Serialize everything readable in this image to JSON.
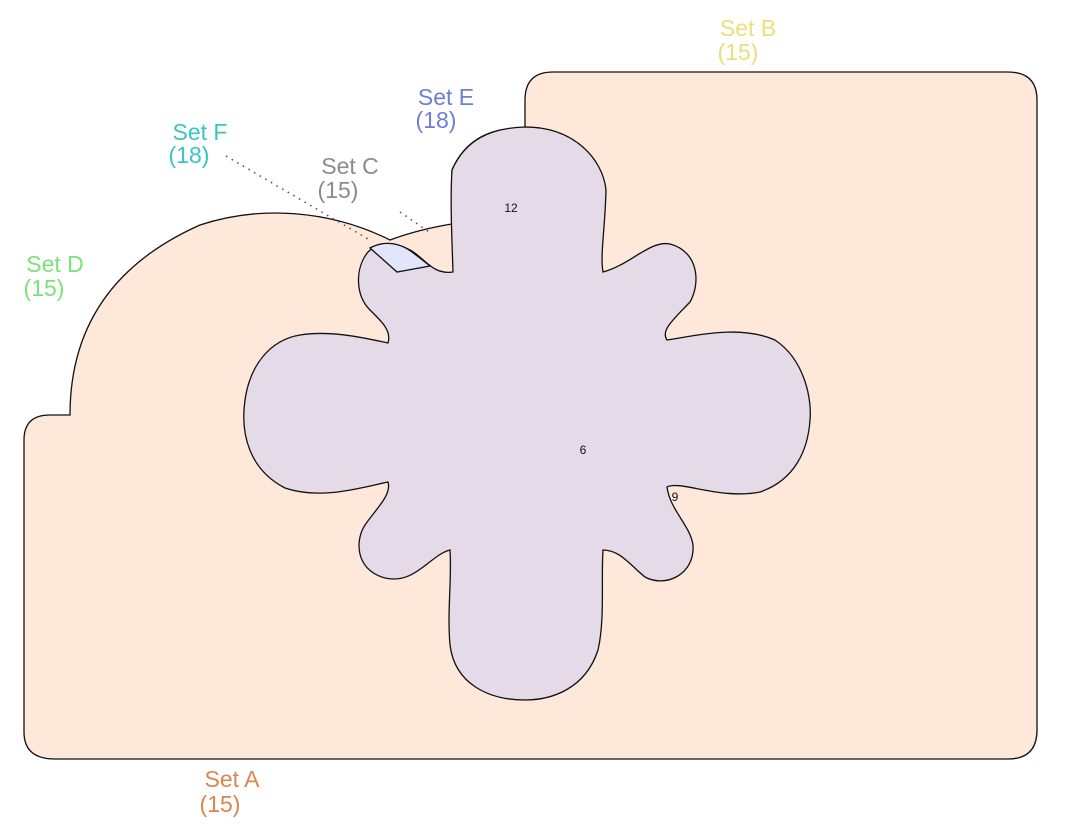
{
  "diagram": {
    "type": "venn",
    "sets": [
      {
        "key": "A",
        "name": "Set A",
        "size": "(15)",
        "color": "#dd8450",
        "fill": "#fde8d9"
      },
      {
        "key": "B",
        "name": "Set B",
        "size": "(15)",
        "color": "#e8e07c",
        "fill": "#fde8d9"
      },
      {
        "key": "C",
        "name": "Set C",
        "size": "(15)",
        "color": "#8c8c8c",
        "fill": "#fde8d9"
      },
      {
        "key": "D",
        "name": "Set D",
        "size": "(15)",
        "color": "#7ee07a",
        "fill": "#fde8d9"
      },
      {
        "key": "E",
        "name": "Set E",
        "size": "(18)",
        "color": "#6f7dd6",
        "fill": "#e2e6fa"
      },
      {
        "key": "F",
        "name": "Set F",
        "size": "(18)",
        "color": "#35c8c2",
        "fill": "#e5dae8"
      }
    ],
    "region_counts": [
      "6",
      "9",
      "12"
    ]
  }
}
